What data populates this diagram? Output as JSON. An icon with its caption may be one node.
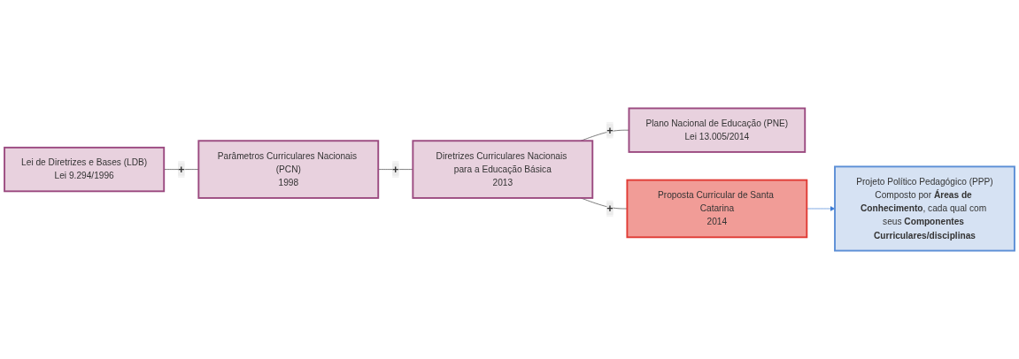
{
  "diagram": {
    "nodes": [
      {
        "text": [
          "Lei de Diretrizes e Bases (LDB)",
          "Lei 9.294/1996"
        ]
      },
      {
        "text": [
          "Parâmetros Curriculares Nacionais (PCN)",
          "1998"
        ]
      },
      {
        "text": [
          "Diretrizes Curriculares Nacionais para a Educação Básica",
          "2013"
        ]
      },
      {
        "text": [
          "Plano Nacional de Educação (PNE)",
          "Lei 13.005/2014"
        ]
      },
      {
        "text": [
          "Proposta Curricular de Santa Catarina",
          "2014"
        ]
      },
      {
        "text": [
          "Projeto Político Pedagógico (PPP)",
          "Composto por **Áreas de Conhecimento**, cada qual com seus **Componentes Curriculares/disciplinas**"
        ]
      }
    ],
    "edges": [
      {
        "from": 0,
        "to": 1,
        "arrow": "none",
        "label": "+"
      },
      {
        "from": 1,
        "to": 2,
        "arrow": "none",
        "label": "+"
      },
      {
        "from": 2,
        "to": 3,
        "arrow": "none",
        "label": "+"
      },
      {
        "from": 2,
        "to": 4,
        "arrow": "none",
        "label": "+"
      },
      {
        "from": 4,
        "to": 5,
        "arrow": "to",
        "color": "#3a7bd5"
      }
    ]
  }
}
